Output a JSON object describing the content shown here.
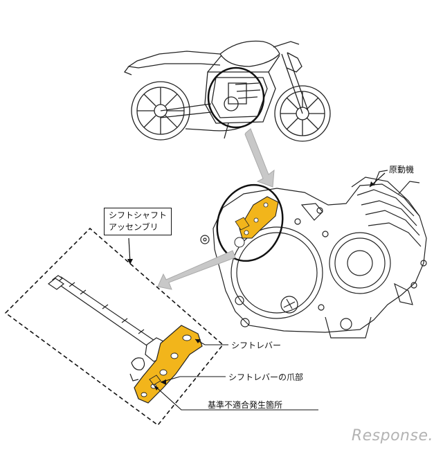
{
  "labels": {
    "engine": "原動機",
    "shift_shaft_line1": "シフトシャフト",
    "shift_shaft_line2": "アッセンブリ",
    "shift_lever": "シフトレバー",
    "shift_lever_claw": "シフトレバーの爪部",
    "nonconformity": "基準不適合発生箇所"
  },
  "watermark": "Response.",
  "colors": {
    "highlight_part": "#f2b51b",
    "line": "#222222",
    "callout_arrow": "#c8c8c8"
  }
}
